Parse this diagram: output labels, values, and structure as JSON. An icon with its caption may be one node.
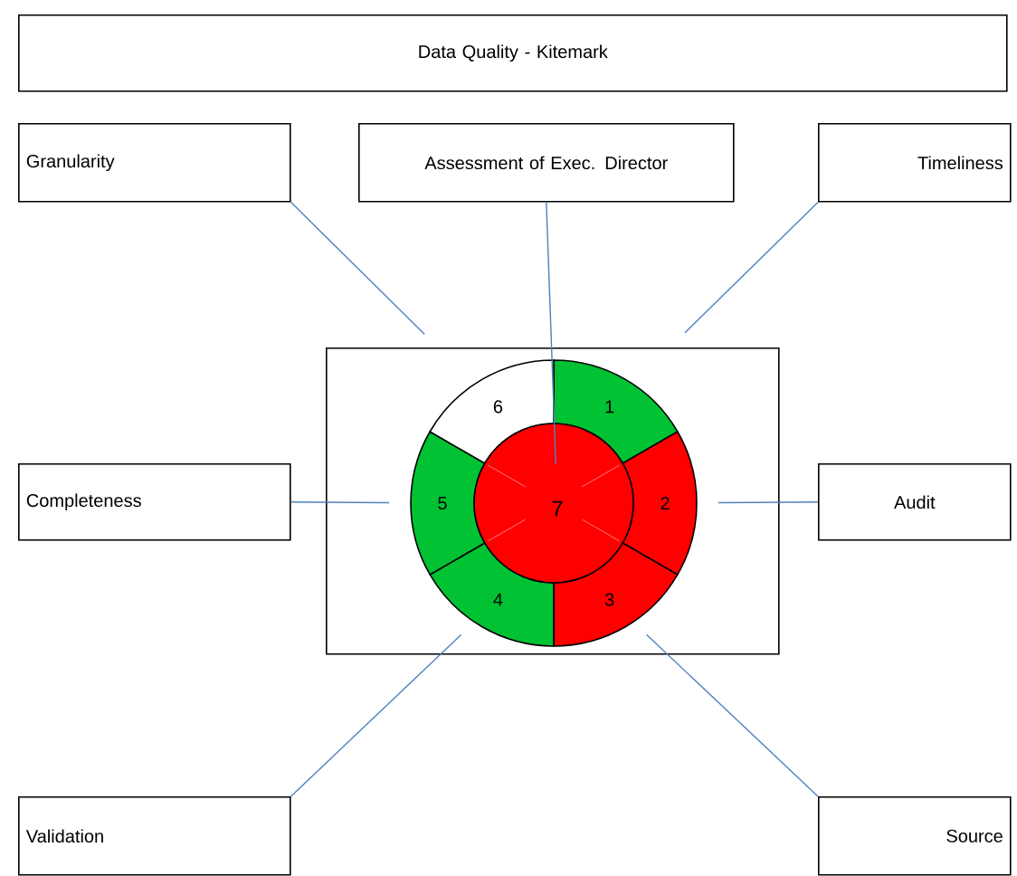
{
  "diagram": {
    "nodes": [
      {
        "text": [
          "Data Quality - Kitemark"
        ]
      },
      {
        "text": [
          "Granularity"
        ]
      },
      {
        "text": [
          "Assessment of Exec. Director"
        ]
      },
      {
        "text": [
          "Timeliness"
        ]
      },
      {
        "text": [
          "Completeness"
        ]
      },
      {
        "text": [
          "Audit"
        ]
      },
      {
        "text": [
          "Validation"
        ]
      },
      {
        "text": [
          "Source"
        ]
      },
      {
        "text": [],
        "shape": "box"
      },
      {
        "text": [
          "1"
        ],
        "in": 8
      },
      {
        "text": [
          "2"
        ],
        "in": 8
      },
      {
        "text": [
          "3"
        ],
        "in": 8
      },
      {
        "text": [
          "4"
        ],
        "in": 8
      },
      {
        "text": [
          "5"
        ],
        "in": 8
      },
      {
        "text": [
          "6"
        ],
        "in": 8
      },
      {
        "text": [
          "7"
        ],
        "in": 8
      }
    ],
    "edges": [
      {
        "from": 1,
        "to": 14,
        "arrow": "none"
      },
      {
        "from": 2,
        "to": 15,
        "arrow": "none"
      },
      {
        "from": 3,
        "to": 9,
        "arrow": "none"
      },
      {
        "from": 4,
        "to": 13,
        "arrow": "none"
      },
      {
        "from": 5,
        "to": 10,
        "arrow": "none"
      },
      {
        "from": 6,
        "to": 12,
        "arrow": "none"
      },
      {
        "from": 7,
        "to": 11,
        "arrow": "none"
      }
    ]
  }
}
